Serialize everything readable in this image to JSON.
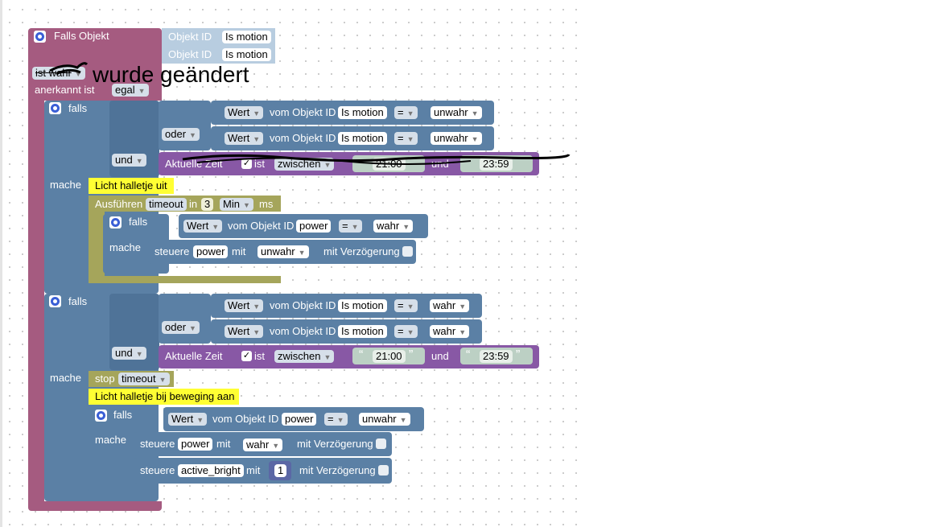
{
  "main_block": {
    "title": "Falls Objekt",
    "oid1": {
      "label": "Objekt ID",
      "value": "Is motion"
    },
    "oid2": {
      "label": "Objekt ID",
      "value": "Is motion"
    },
    "ist_label": "ist wahr",
    "handwritten": "wurde geändert",
    "ack_label": "anerkannt ist",
    "ack_value": "egal"
  },
  "if1": {
    "falls": "falls",
    "mache": "mache",
    "cond1": {
      "wert": "Wert",
      "vom": "vom Objekt ID",
      "oid": "Is motion",
      "op": "=",
      "val": "unwahr"
    },
    "oder": "oder",
    "cond2": {
      "wert": "Wert",
      "vom": "vom Objekt ID",
      "oid": "Is motion",
      "op": "=",
      "val": "unwahr"
    },
    "und": "und",
    "time": {
      "label": "Aktuelle Zeit",
      "ist": "ist",
      "op": "zwischen",
      "from": "21:00",
      "und": "und",
      "to": "23:59"
    },
    "comment": "Licht halletje uit",
    "exec": {
      "label": "Ausführen",
      "var": "timeout",
      "in": "in",
      "num": "3",
      "unit": "Min",
      "ms": "ms"
    },
    "inner_if": {
      "falls": "falls",
      "mache": "mache",
      "cond": {
        "wert": "Wert",
        "vom": "vom Objekt ID",
        "oid": "power",
        "op": "=",
        "val": "wahr"
      },
      "action": {
        "label": "steuere",
        "oid": "power",
        "mit": "mit",
        "val": "unwahr",
        "delay": "mit Verzögerung"
      }
    }
  },
  "if2": {
    "falls": "falls",
    "mache": "mache",
    "cond1": {
      "wert": "Wert",
      "vom": "vom Objekt ID",
      "oid": "Is motion",
      "op": "=",
      "val": "wahr"
    },
    "oder": "oder",
    "cond2": {
      "wert": "Wert",
      "vom": "vom Objekt ID",
      "oid": "Is motion",
      "op": "=",
      "val": "wahr"
    },
    "und": "und",
    "time": {
      "label": "Aktuelle Zeit",
      "ist": "ist",
      "op": "zwischen",
      "from": "21:00",
      "und": "und",
      "to": "23:59"
    },
    "stop": {
      "label": "stop",
      "var": "timeout"
    },
    "comment": "Licht halletje bij beweging aan",
    "inner_if": {
      "falls": "falls",
      "mache": "mache",
      "cond": {
        "wert": "Wert",
        "vom": "vom Objekt ID",
        "oid": "power",
        "op": "=",
        "val": "unwahr"
      },
      "action1": {
        "label": "steuere",
        "oid": "power",
        "mit": "mit",
        "val": "wahr",
        "delay": "mit Verzögerung"
      },
      "action2": {
        "label": "steuere",
        "oid": "active_bright",
        "mit": "mit",
        "val": "1",
        "delay": "mit Verzögerung"
      }
    }
  },
  "colors": {
    "trigger": "#a55b80",
    "logic": "#5b80a5",
    "time": "#8858a5",
    "timer": "#a5a55b",
    "comment": "#ffff33"
  },
  "icons": [
    "gear-icon",
    "dropdown-arrow-icon",
    "checkbox-icon",
    "quote-icon"
  ]
}
